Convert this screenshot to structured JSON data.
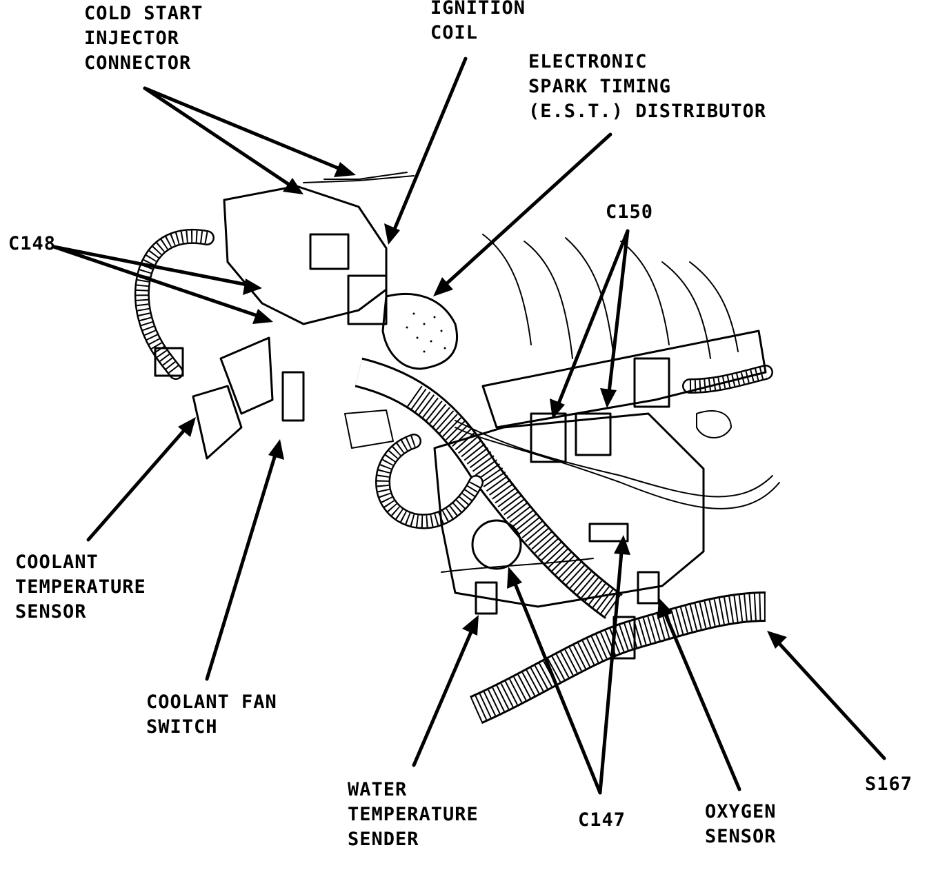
{
  "labels": {
    "cold_start_injector_connector": [
      "COLD START",
      "INJECTOR",
      "CONNECTOR"
    ],
    "ignition_coil": [
      "IGNITION",
      "COIL"
    ],
    "est_distributor": [
      "ELECTRONIC",
      "SPARK TIMING",
      "(E.S.T.) DISTRIBUTOR"
    ],
    "c148": "C148",
    "c150": "C150",
    "coolant_temperature_sensor": [
      "COOLANT",
      "TEMPERATURE",
      "SENSOR"
    ],
    "coolant_fan_switch": [
      "COOLANT FAN",
      "SWITCH"
    ],
    "water_temperature_sender": [
      "WATER",
      "TEMPERATURE",
      "SENDER"
    ],
    "c147": "C147",
    "oxygen_sensor": [
      "OXYGEN",
      "SENSOR"
    ],
    "s167": "S167"
  },
  "colors": {
    "ink": "#000000",
    "paper": "#ffffff"
  }
}
